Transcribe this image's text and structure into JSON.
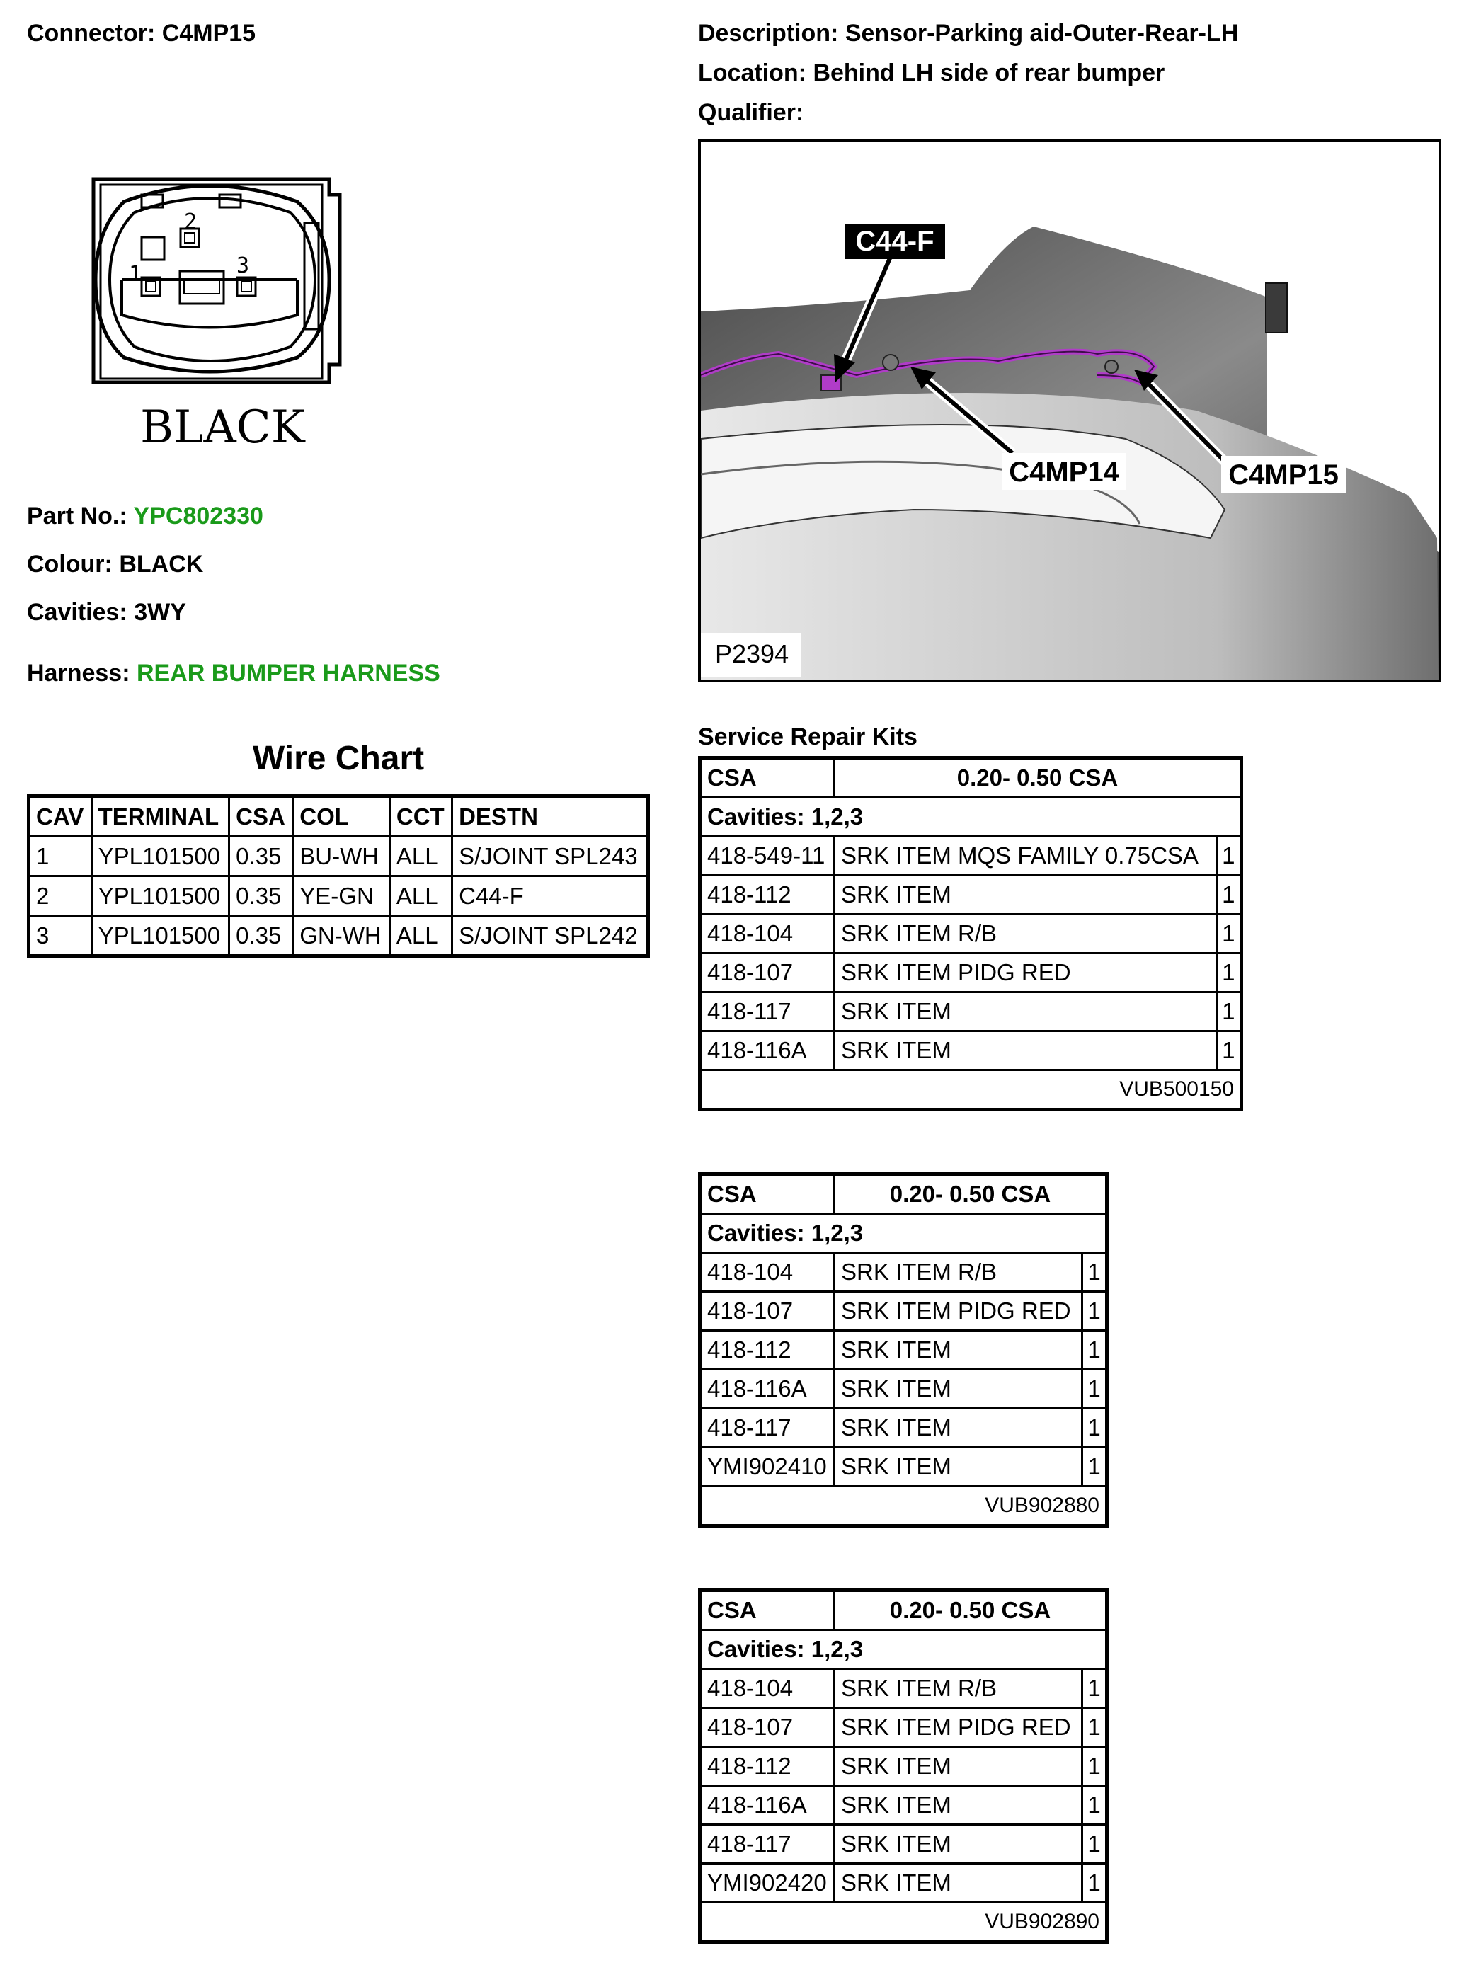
{
  "connector": {
    "label": "Connector:",
    "value": "C4MP15"
  },
  "description": {
    "label": "Description:",
    "value": "Sensor-Parking aid-Outer-Rear-LH"
  },
  "location": {
    "label": "Location:",
    "value": "Behind LH side of rear bumper"
  },
  "qualifier": {
    "label": "Qualifier:",
    "value": ""
  },
  "connector_face": {
    "color_text": "BLACK",
    "pins": [
      "1",
      "2",
      "3"
    ]
  },
  "part_no": {
    "label": "Part No.:",
    "value": "YPC802330"
  },
  "colour": {
    "label": "Colour:",
    "value": "BLACK"
  },
  "cavities": {
    "label": "Cavities:",
    "value": "3WY"
  },
  "harness": {
    "label": "Harness:",
    "value": "REAR BUMPER HARNESS"
  },
  "colors": {
    "link_green": "#1a9a1a",
    "wire_purple": "#b03cc8"
  },
  "photo": {
    "ref": "P2394",
    "callouts": [
      "C44-F",
      "C4MP14",
      "C4MP15"
    ]
  },
  "wire_chart": {
    "title": "Wire Chart",
    "headers": [
      "CAV",
      "TERMINAL",
      "CSA",
      "COL",
      "CCT",
      "DESTN"
    ],
    "rows": [
      [
        "1",
        "YPL101500",
        "0.35",
        "BU-WH",
        "ALL",
        "S/JOINT SPL243"
      ],
      [
        "2",
        "YPL101500",
        "0.35",
        "YE-GN",
        "ALL",
        "C44-F"
      ],
      [
        "3",
        "YPL101500",
        "0.35",
        "GN-WH",
        "ALL",
        "S/JOINT SPL242"
      ]
    ]
  },
  "service_repair_kits": {
    "title": "Service Repair Kits",
    "kits": [
      {
        "csa_label": "CSA",
        "csa_value": "0.20- 0.50 CSA",
        "cavities": "Cavities: 1,2,3",
        "items": [
          [
            "418-549-11",
            "SRK ITEM MQS FAMILY 0.75CSA",
            "1"
          ],
          [
            "418-112",
            "SRK ITEM",
            "1"
          ],
          [
            "418-104",
            "SRK ITEM R/B",
            "1"
          ],
          [
            "418-107",
            "SRK ITEM PIDG RED",
            "1"
          ],
          [
            "418-117",
            "SRK ITEM",
            "1"
          ],
          [
            "418-116A",
            "SRK ITEM",
            "1"
          ]
        ],
        "kit_code": "VUB500150"
      },
      {
        "csa_label": "CSA",
        "csa_value": "0.20- 0.50 CSA",
        "cavities": "Cavities: 1,2,3",
        "items": [
          [
            "418-104",
            "SRK ITEM R/B",
            "1"
          ],
          [
            "418-107",
            "SRK ITEM PIDG RED",
            "1"
          ],
          [
            "418-112",
            "SRK ITEM",
            "1"
          ],
          [
            "418-116A",
            "SRK ITEM",
            "1"
          ],
          [
            "418-117",
            "SRK ITEM",
            "1"
          ],
          [
            "YMI902410",
            "SRK ITEM",
            "1"
          ]
        ],
        "kit_code": "VUB902880"
      },
      {
        "csa_label": "CSA",
        "csa_value": "0.20- 0.50 CSA",
        "cavities": "Cavities: 1,2,3",
        "items": [
          [
            "418-104",
            "SRK ITEM R/B",
            "1"
          ],
          [
            "418-107",
            "SRK ITEM PIDG RED",
            "1"
          ],
          [
            "418-112",
            "SRK ITEM",
            "1"
          ],
          [
            "418-116A",
            "SRK ITEM",
            "1"
          ],
          [
            "418-117",
            "SRK ITEM",
            "1"
          ],
          [
            "YMI902420",
            "SRK ITEM",
            "1"
          ]
        ],
        "kit_code": "VUB902890"
      }
    ]
  }
}
